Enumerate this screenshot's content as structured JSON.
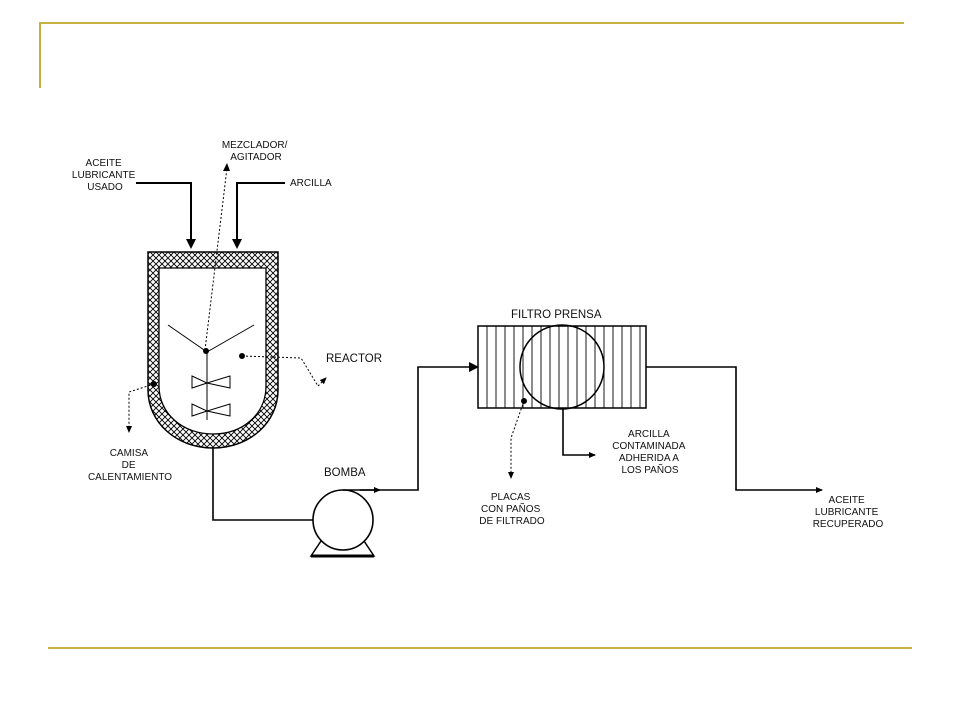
{
  "colors": {
    "accent": "#c8b040",
    "line": "#000000"
  },
  "labels": {
    "aceite_usado": [
      "ACEITE",
      "LUBRICANTE",
      "USADO"
    ],
    "mezclador": [
      "MEZCLADOR/",
      "AGITADOR"
    ],
    "arcilla": "ARCILLA",
    "reactor": "REACTOR",
    "camisa": [
      "CAMISA",
      "DE",
      "CALENTAMIENTO"
    ],
    "bomba": "BOMBA",
    "filtro": "FILTRO PRENSA",
    "placas": [
      "PLACAS",
      "CON PAÑOS",
      "DE FILTRADO"
    ],
    "arcilla_contaminada": [
      "ARCILLA",
      "CONTAMINADA",
      "ADHERIDA A",
      "LOS PAÑOS"
    ],
    "aceite_recuperado": [
      "ACEITE",
      "LUBRICANTE",
      "RECUPERADO"
    ]
  }
}
